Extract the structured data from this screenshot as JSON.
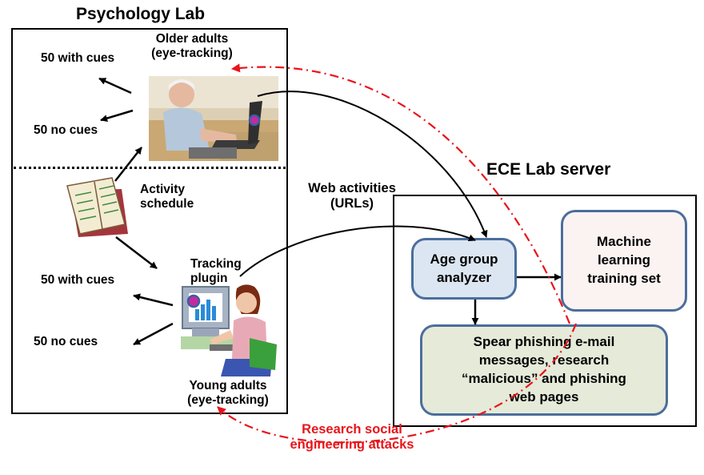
{
  "psych_lab": {
    "title": "Psychology Lab",
    "older_label_1": "Older adults",
    "older_label_2": "(eye-tracking)",
    "older_with_cues": "50 with cues",
    "older_no_cues": "50 no cues",
    "activity_1": "Activity",
    "activity_2": "schedule",
    "tracking_1": "Tracking",
    "tracking_2": "plugin",
    "young_with_cues": "50 with cues",
    "young_no_cues": "50 no cues",
    "young_label_1": "Young adults",
    "young_label_2": "(eye-tracking)"
  },
  "web_activities": {
    "line1": "Web activities",
    "line2": "(URLs)"
  },
  "ece_lab": {
    "title": "ECE Lab server",
    "analyzer_1": "Age group",
    "analyzer_2": "analyzer",
    "ml_1": "Machine",
    "ml_2": "learning",
    "ml_3": "training set",
    "phish_1": "Spear phishing e-mail",
    "phish_2": "messages, research",
    "phish_3": "“malicious” and phishing",
    "phish_4": "web pages"
  },
  "attack": {
    "line1": "Research social",
    "line2": "engineering attacks"
  },
  "colors": {
    "attack_red": "#e8141a",
    "box_border": "#4b6e9c",
    "analyzer_fill": "#dce6f2",
    "ml_fill": "#fbf3f2",
    "phish_fill": "#e5ead9"
  }
}
